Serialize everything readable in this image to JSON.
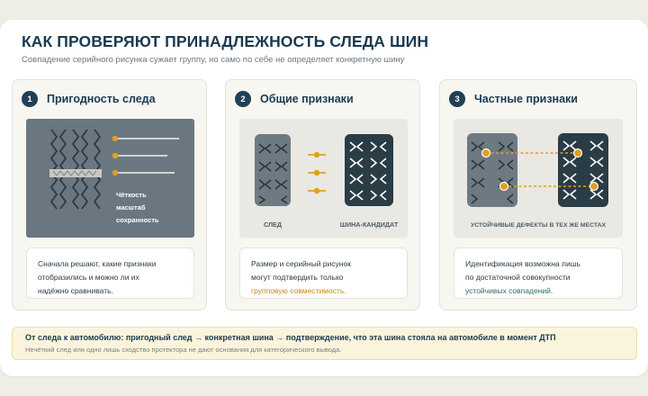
{
  "header": {
    "title": "КАК ПРОВЕРЯЮТ ПРИНАДЛЕЖНОСТЬ СЛЕДА ШИН",
    "subtitle": "Совпадение серийного рисунка сужает группу, но само по себе не определяет конкретную шину"
  },
  "panels": [
    {
      "number": "1",
      "title": "Пригодность следа",
      "figure_labels": [
        "Чёткость",
        "масштаб",
        "сохранность"
      ],
      "note_lines": [
        "Сначала решают, какие признаки",
        "отобразились и можно ли их",
        "надёжно сравнивать."
      ]
    },
    {
      "number": "2",
      "title": "Общие признаки",
      "figure_labels": [
        "СЛЕД",
        "ШИНА-КАНДИДАТ"
      ],
      "note_lines": [
        "Размер и серийный рисунок",
        "могут подтвердить только",
        "групповую совместимость."
      ]
    },
    {
      "number": "3",
      "title": "Частные признаки",
      "figure_labels": [
        "УСТОЙЧИВЫЕ ДЕФЕКТЫ В ТЕХ ЖЕ МЕСТАХ"
      ],
      "note_lines": [
        "Идентификация возможна лишь",
        "по достаточной совокупности",
        "устойчивых совпадений."
      ]
    }
  ],
  "footer": {
    "main": "От следа к автомобилю: пригодный след → конкретная шина → подтверждение, что эта шина стояла на автомобиле в момент ДТП",
    "sub": "Нечёткий след или одно лишь сходство протектора не дают основания для категорического вывода."
  },
  "colors": {
    "accent_orange": "#e0a020",
    "accent_green": "#2f6e5a",
    "navy": "#213f55",
    "tread_gray": "#6d7a82",
    "tire_dark": "#2a3c46"
  }
}
